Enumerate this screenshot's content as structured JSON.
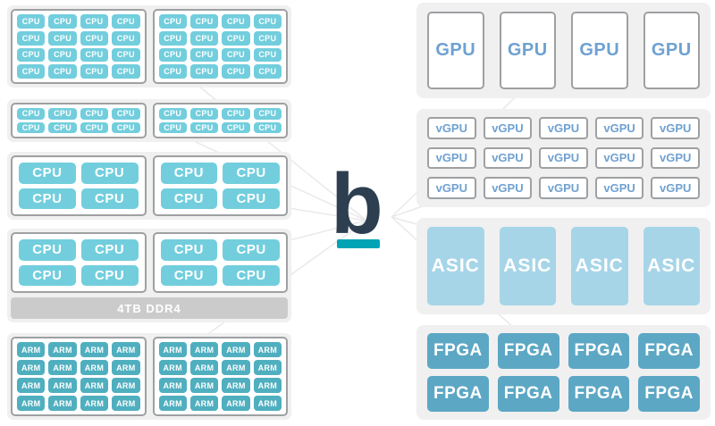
{
  "brand": {
    "letter": "b"
  },
  "colors": {
    "cpu_chip": "#72CEDD",
    "arm_chip": "#4FAFBF",
    "asic_card": "#A7D5E8",
    "fpga_card": "#5CA7C4",
    "gpu_text": "#6FA1D1",
    "memory_bar": "#CBCBCB",
    "panel_background": "#F0F0F1",
    "card_border": "#9EA0A2",
    "brand_letter": "#2C3E50",
    "brand_underline": "#00A4B4",
    "connector_line": "#E9E9E9"
  },
  "left_column": {
    "panel_cpu_16": {
      "chip_label": "CPU",
      "chips_per_box": 16,
      "boxes": 2
    },
    "panel_cpu_8": {
      "chip_label": "CPU",
      "chips_per_box": 8,
      "boxes": 2
    },
    "panel_cpu_4": {
      "chip_label": "CPU",
      "chips_per_box": 4,
      "boxes": 2
    },
    "panel_cpu_4_mem": {
      "chip_label": "CPU",
      "chips_per_box": 4,
      "boxes": 2,
      "memory_label": "4TB DDR4"
    },
    "panel_arm_16": {
      "chip_label": "ARM",
      "chips_per_box": 16,
      "boxes": 2
    }
  },
  "right_column": {
    "gpu": {
      "label": "GPU",
      "count": 4
    },
    "vgpu": {
      "label": "vGPU",
      "count": 15
    },
    "asic": {
      "label": "ASIC",
      "count": 4
    },
    "fpga": {
      "label": "FPGA",
      "count": 8
    }
  }
}
